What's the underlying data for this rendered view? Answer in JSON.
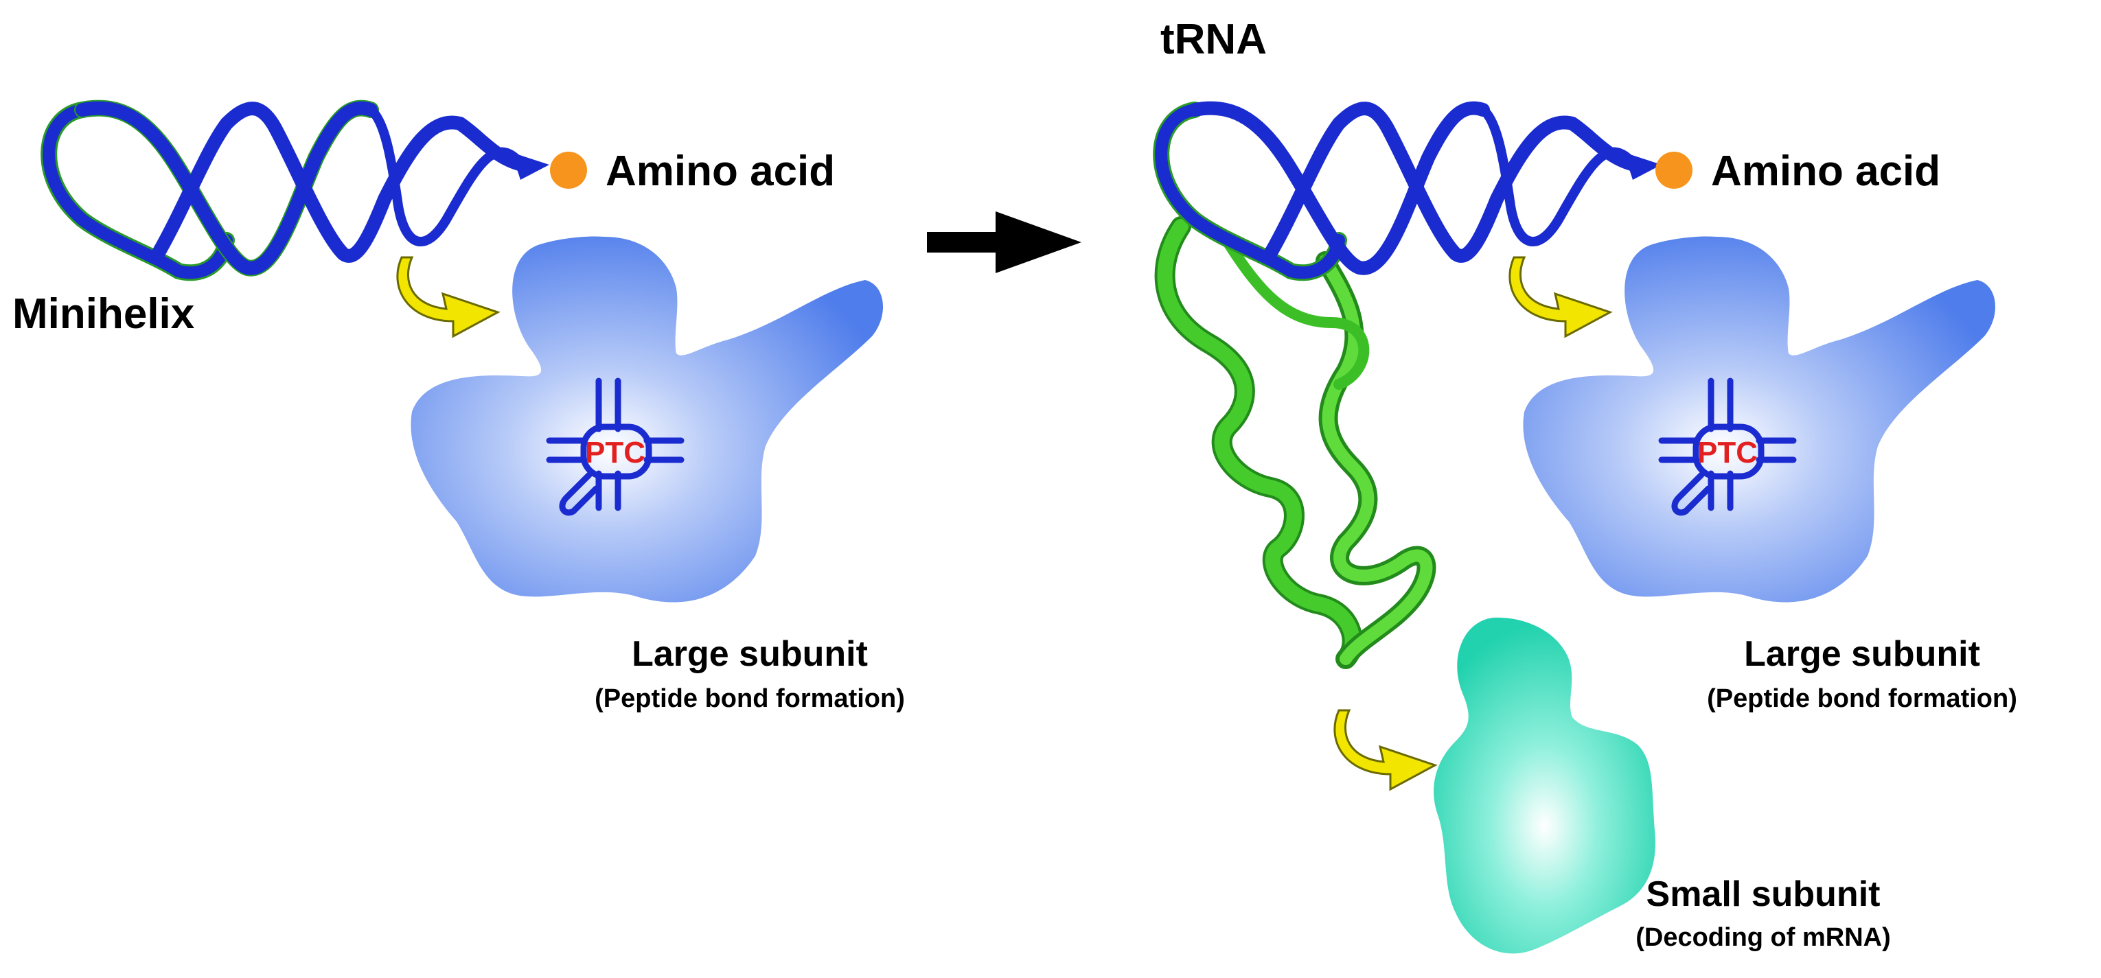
{
  "panel_left": {
    "minihelix_label": "Minihelix",
    "amino_acid_label": "Amino acid",
    "large_subunit_title": "Large subunit",
    "large_subunit_caption": "(Peptide bond formation)",
    "ptc_label": "PTC"
  },
  "panel_right": {
    "trna_label": "tRNA",
    "amino_acid_label": "Amino acid",
    "large_subunit_title": "Large subunit",
    "large_subunit_caption": "(Peptide bond formation)",
    "ptc_label": "PTC",
    "small_subunit_title": "Small subunit",
    "small_subunit_caption": "(Decoding of mRNA)"
  },
  "colors": {
    "helix_blue": "#1a2bd0",
    "ribbon_green": "#34c21f",
    "amino_acid_orange": "#f7941d",
    "large_subunit_blue": "#5b86f0",
    "small_subunit_teal": "#2fd6b4",
    "turn_arrow_yellow": "#f2e600",
    "ptc_red": "#e32020"
  }
}
